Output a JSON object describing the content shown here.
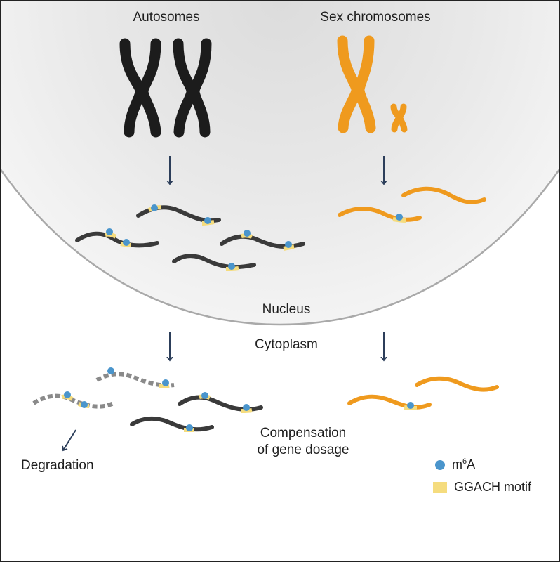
{
  "labels": {
    "autosomes": "Autosomes",
    "sex_chromosomes": "Sex chromosomes",
    "nucleus": "Nucleus",
    "cytoplasm": "Cytoplasm",
    "degradation": "Degradation",
    "compensation_line1": "Compensation",
    "compensation_line2": "of gene dosage"
  },
  "legend": {
    "m6a_base": "m",
    "m6a_sup": "6",
    "m6a_tail": "A",
    "ggach": "GGACH motif"
  },
  "colors": {
    "autosome": "#1c1c1c",
    "sex_chromosome": "#ef9a1e",
    "mrna_dark": "#3a3a3a",
    "mrna_degrading": "#8a8a8a",
    "m6a_dot": "#4a95cc",
    "motif": "#f5dc7e",
    "arrow": "#2c3e5a",
    "nucleus_edge": "#a9a9a9"
  }
}
